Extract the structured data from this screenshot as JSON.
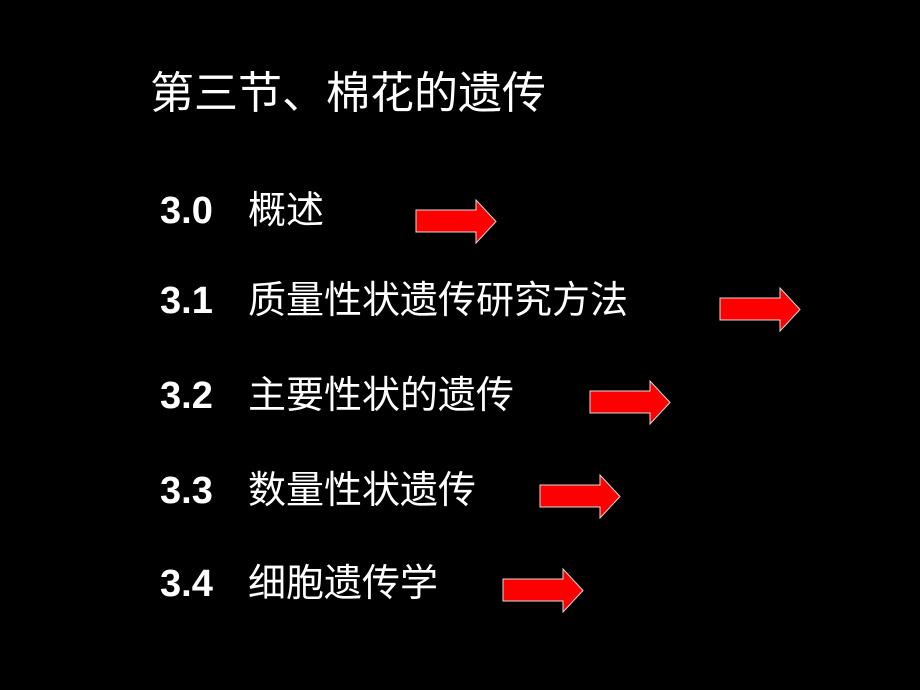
{
  "title": "第三节、棉花的遗传",
  "items": [
    {
      "number": "3.0",
      "label": "概述"
    },
    {
      "number": "3.1",
      "label": "质量性状遗传研究方法"
    },
    {
      "number": "3.2",
      "label": "主要性状的遗传"
    },
    {
      "number": "3.3",
      "label": "数量性状遗传"
    },
    {
      "number": "3.4",
      "label": "细胞遗传学"
    }
  ],
  "colors": {
    "background": "#000000",
    "text": "#ffffff",
    "arrow": "#ff0000"
  },
  "icons": {
    "link_arrow": "right-arrow-icon"
  }
}
